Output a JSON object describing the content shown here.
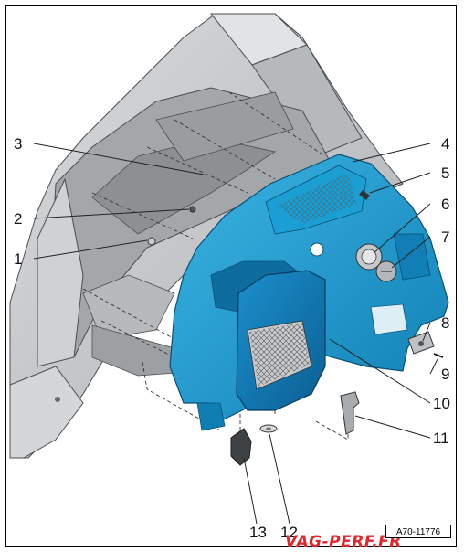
{
  "diagram": {
    "callouts": [
      {
        "id": 1,
        "label": "1"
      },
      {
        "id": 2,
        "label": "2"
      },
      {
        "id": 3,
        "label": "3"
      },
      {
        "id": 4,
        "label": "4"
      },
      {
        "id": 5,
        "label": "5"
      },
      {
        "id": 6,
        "label": "6"
      },
      {
        "id": 7,
        "label": "7"
      },
      {
        "id": 8,
        "label": "8"
      },
      {
        "id": 9,
        "label": "9"
      },
      {
        "id": 10,
        "label": "10"
      },
      {
        "id": 11,
        "label": "11"
      },
      {
        "id": 12,
        "label": "12"
      },
      {
        "id": 13,
        "label": "13"
      }
    ],
    "reference_code": "A70-11776",
    "watermark": "VAG-PERF.FR",
    "colors": {
      "trim_panel": "#1a9ed4",
      "trim_panel_dark": "#0f7fb3",
      "body_grey": "#c9cbcd",
      "body_dark": "#8d9093",
      "outline": "#4a4d50",
      "watermark": "#e2252a"
    }
  }
}
